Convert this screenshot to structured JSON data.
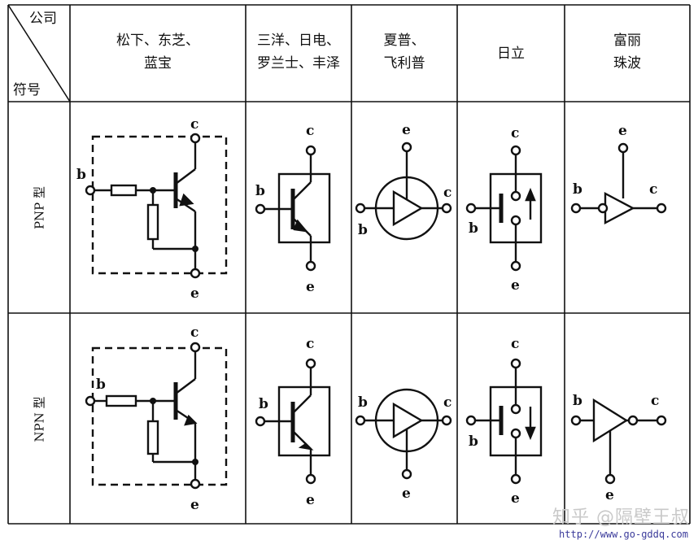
{
  "header": {
    "corner_top": "公司",
    "corner_bottom": "符号",
    "columns": [
      "松下、东芝、\n蓝宝",
      "三洋、日电、\n罗兰士、丰泽",
      "夏普、\n飞利普",
      "日立",
      "富丽\n珠波"
    ]
  },
  "rows": [
    "PNP 型",
    "NPN 型"
  ],
  "terminals": {
    "base": "b",
    "collector": "c",
    "emitter": "e"
  },
  "watermark": {
    "text": "知乎 @隔壁王叔",
    "url": "http://www.go-gddq.com"
  }
}
